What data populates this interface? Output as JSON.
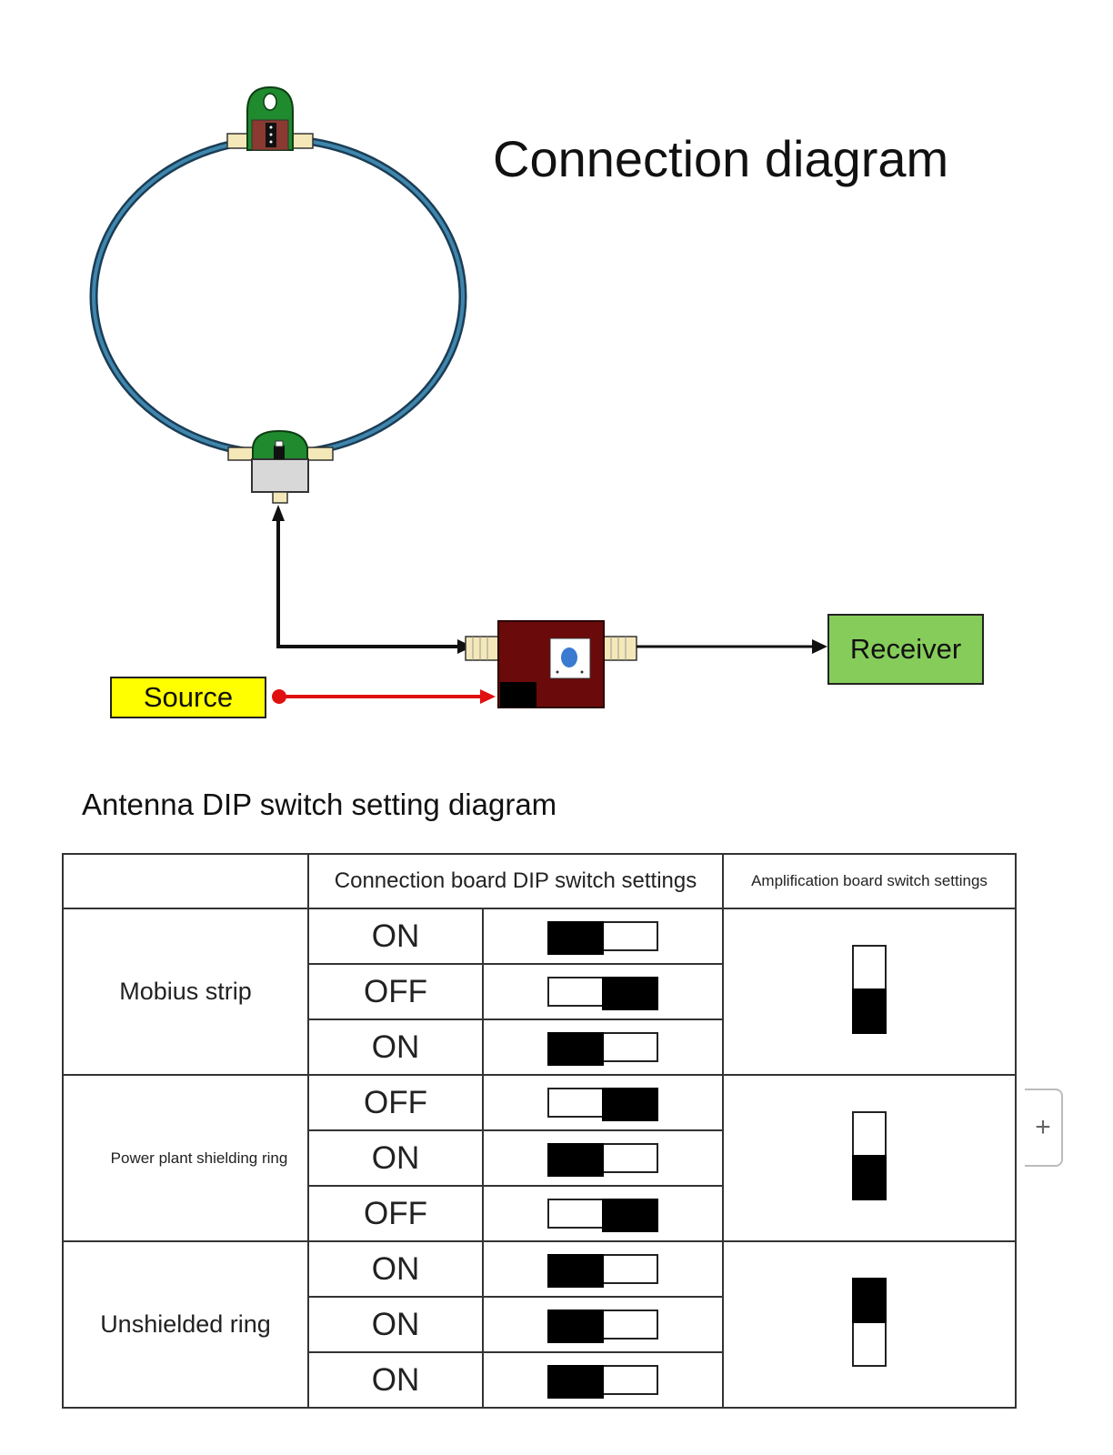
{
  "title": "Connection diagram",
  "nodes": {
    "source": "Source",
    "receiver": "Receiver"
  },
  "subtitle": "Antenna DIP switch setting diagram",
  "table": {
    "header_blank": "",
    "header_connection": "Connection board DIP switch settings",
    "header_amplification": "Amplification board switch settings",
    "groups": [
      {
        "mode": "Mobius strip",
        "switches": [
          "ON",
          "OFF",
          "ON"
        ],
        "amp_position": "down"
      },
      {
        "mode": "Power plant shielding ring",
        "switches": [
          "OFF",
          "ON",
          "OFF"
        ],
        "amp_position": "down"
      },
      {
        "mode": "Unshielded ring",
        "switches": [
          "ON",
          "ON",
          "ON"
        ],
        "amp_position": "up"
      }
    ]
  },
  "side_button_label": "+",
  "colors": {
    "loop": "#2e6a8c",
    "board_green": "#1f8a2e",
    "amp_board": "#6b0a0a",
    "source_fill": "#ffff00",
    "receiver_fill": "#86cc5a",
    "signal_arrow": "#e01010"
  }
}
